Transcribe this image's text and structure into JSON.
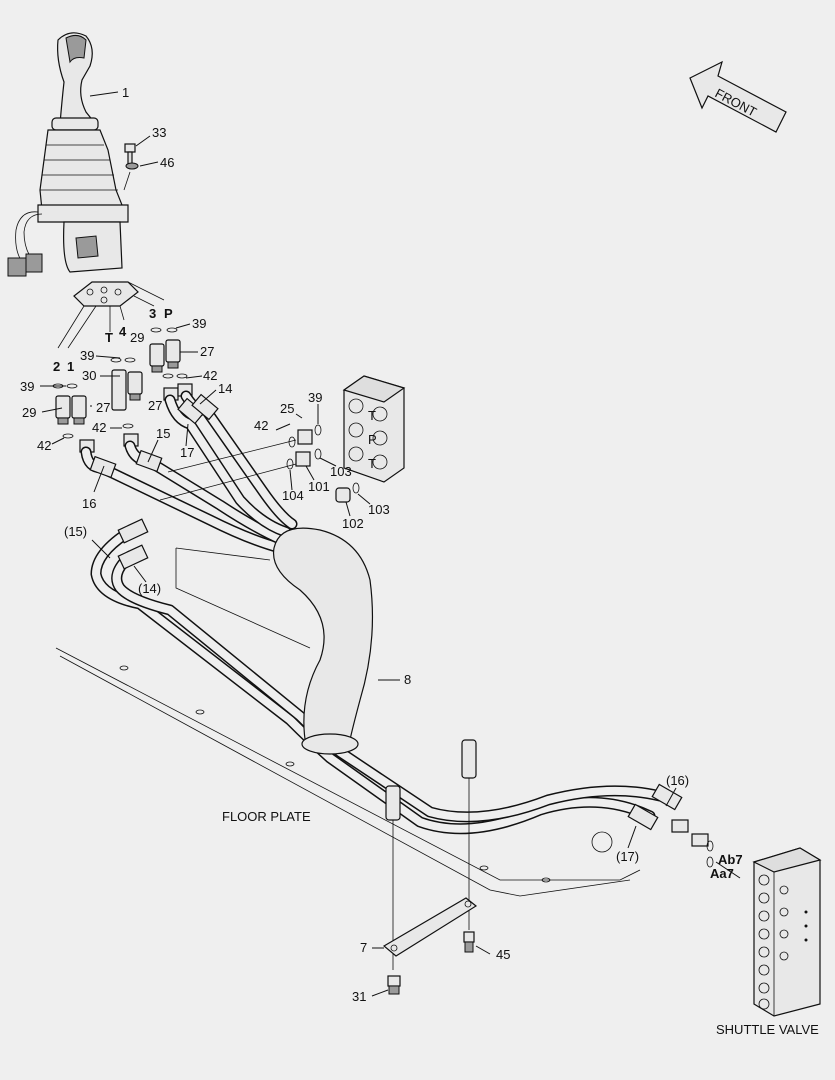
{
  "labels": {
    "p1": "1",
    "p33": "33",
    "p46": "46",
    "p3": "3",
    "pP": "P",
    "p39a": "39",
    "pT": "T",
    "p4": "4",
    "p29a": "29",
    "p27a": "27",
    "p2": "2",
    "p1b": "1",
    "p39b": "39",
    "p30": "30",
    "p39c": "39",
    "p42a": "42",
    "p14": "14",
    "p29b": "29",
    "p27b": "27",
    "p27c": "27",
    "p42b": "42",
    "p42c": "42",
    "p15": "15",
    "p17": "17",
    "p16": "16",
    "p39d": "39",
    "p25": "25",
    "p42d": "42",
    "p103a": "103",
    "p101": "101",
    "p104": "104",
    "p103b": "103",
    "p102": "102",
    "p15p": "(15)",
    "p14p": "(14)",
    "p8": "8",
    "p16p": "(16)",
    "p17p": "(17)",
    "ab7": "Ab7",
    "aa7": "Aa7",
    "p7": "7",
    "p45": "45",
    "p31": "31",
    "floor_plate": "FLOOR PLATE",
    "shuttle_valve": "SHUTTLE VALVE",
    "front": "FRONT",
    "portT": "T",
    "portP": "P",
    "portT2": "T"
  }
}
